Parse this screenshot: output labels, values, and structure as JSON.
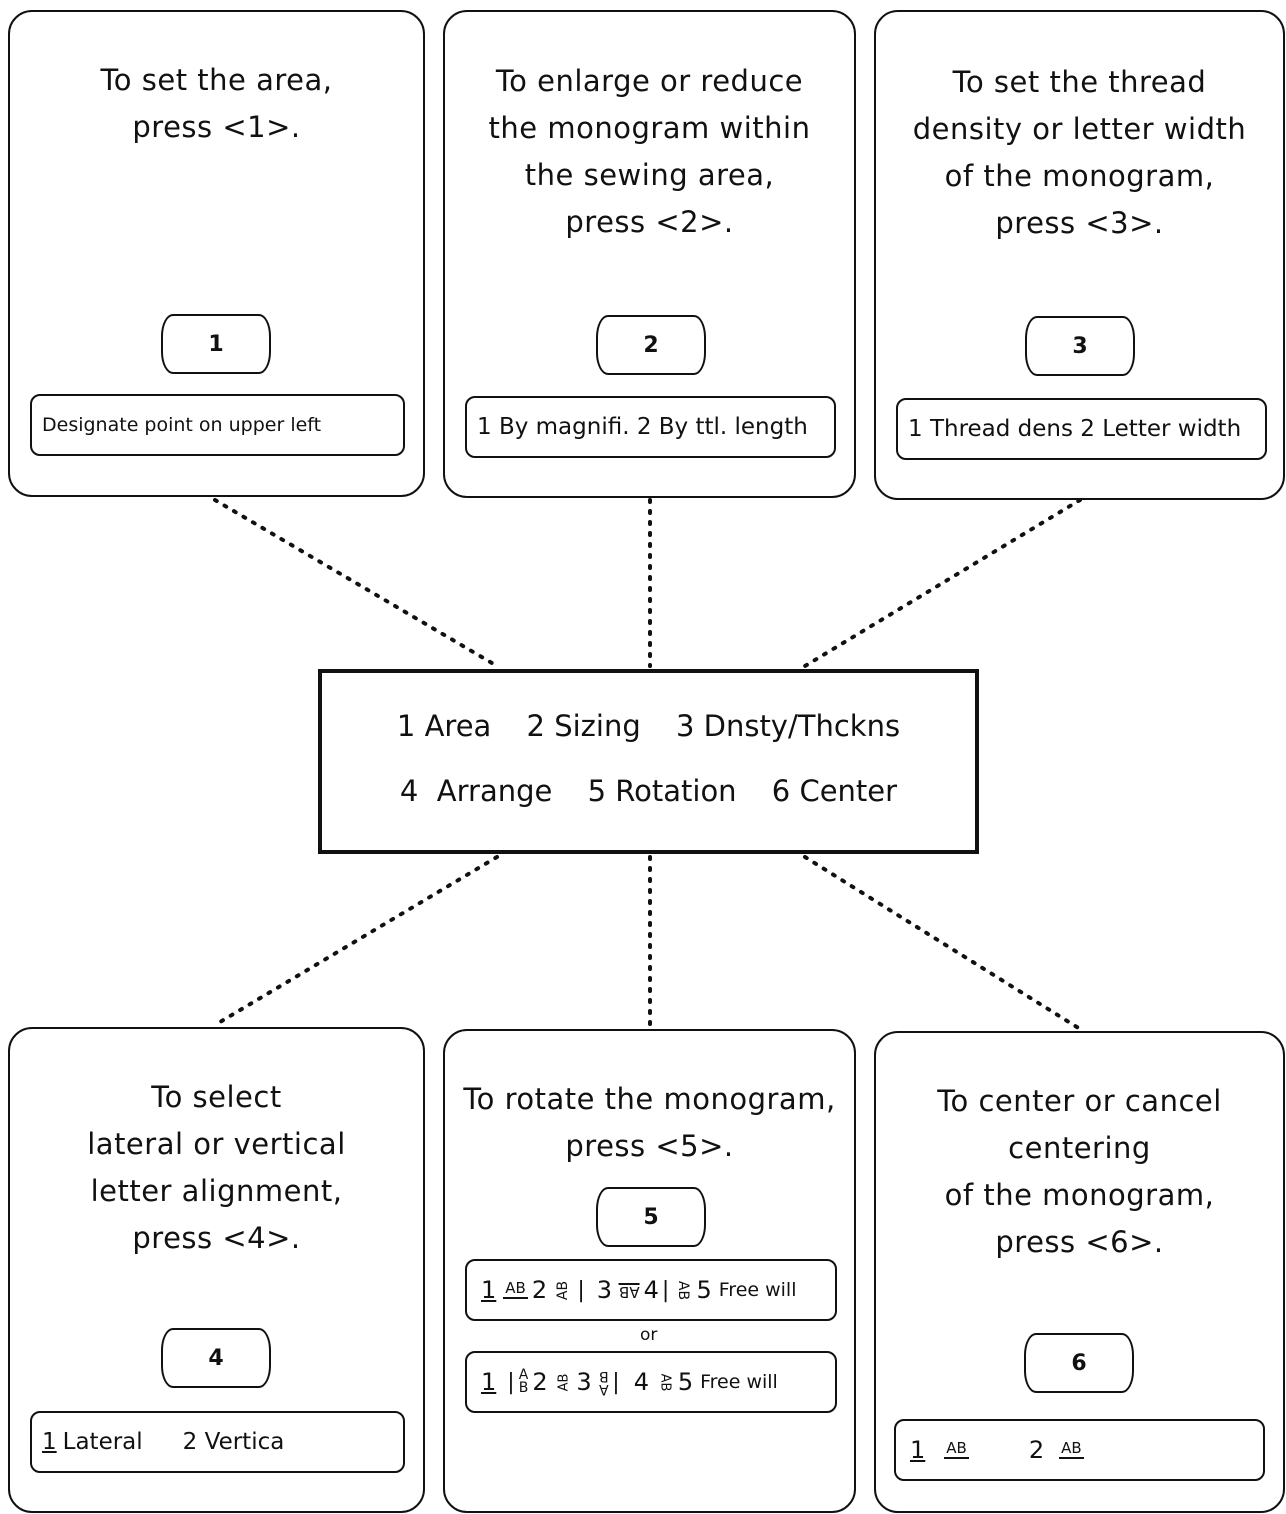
{
  "main_menu": {
    "row1": [
      "1 Area",
      "2 Sizing",
      "3 Dnsty/Thckns"
    ],
    "row2": [
      "4  Arrange",
      "5 Rotation",
      "6 Center"
    ]
  },
  "panels": {
    "area": {
      "lines": [
        "To set the area,",
        "press <1>."
      ],
      "key": "1",
      "lcd": "Designate point on upper left"
    },
    "sizing": {
      "lines": [
        "To enlarge or reduce",
        "the monogram within",
        "the sewing area,",
        "press <2>."
      ],
      "key": "2",
      "lcd": "1 By magnifi.  2 By ttl. length"
    },
    "density": {
      "lines": [
        "To set the thread",
        "density or letter width",
        "of the monogram,",
        "press <3>."
      ],
      "key": "3",
      "lcd": "1 Thread dens  2 Letter width"
    },
    "arrange": {
      "lines": [
        "To select",
        "lateral or vertical",
        "letter alignment,",
        "press <4>."
      ],
      "key": "4",
      "lcd_opt1_num": "1",
      "lcd_opt1": "Lateral",
      "lcd_opt2": "2 Vertica"
    },
    "rotation": {
      "lines": [
        "To rotate the monogram,",
        "press <5>."
      ],
      "key": "5",
      "or_label": "or",
      "lcd_a_nums": [
        "1",
        "2",
        "3",
        "4",
        "5"
      ],
      "lcd_b_nums": [
        "1",
        "2",
        "3",
        "4",
        "5"
      ],
      "free_will": "Free will",
      "glyph_letters": "AB"
    },
    "center": {
      "lines": [
        "To center or cancel",
        "centering",
        "of the monogram,",
        "press <6>."
      ],
      "key": "6",
      "lcd_nums": [
        "1",
        "2"
      ],
      "glyph_letters": "AB"
    }
  }
}
